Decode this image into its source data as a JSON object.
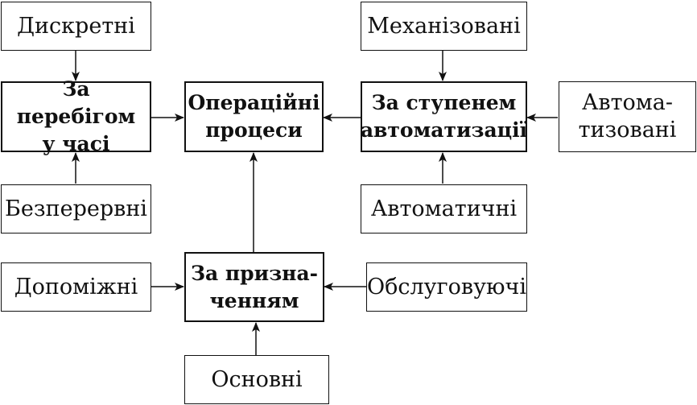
{
  "nodes": {
    "discrete": {
      "text": "Дискретні"
    },
    "mechanized": {
      "text": "Механізовані"
    },
    "by_time": {
      "line1": "За перебігом",
      "line2": "у часі"
    },
    "operational": {
      "line1": "Операційні",
      "line2": "процеси"
    },
    "by_automation": {
      "line1": "За ступенем",
      "line2": "автоматизації"
    },
    "automated": {
      "line1": "Автома-",
      "line2": "тизовані"
    },
    "continuous": {
      "text": "Безперервні"
    },
    "automatic": {
      "text": "Автоматичні"
    },
    "auxiliary": {
      "text": "Допоміжні"
    },
    "by_purpose": {
      "line1": "За призна-",
      "line2": "ченням"
    },
    "servicing": {
      "text": "Обслуговуючі"
    },
    "main": {
      "text": "Основні"
    }
  }
}
